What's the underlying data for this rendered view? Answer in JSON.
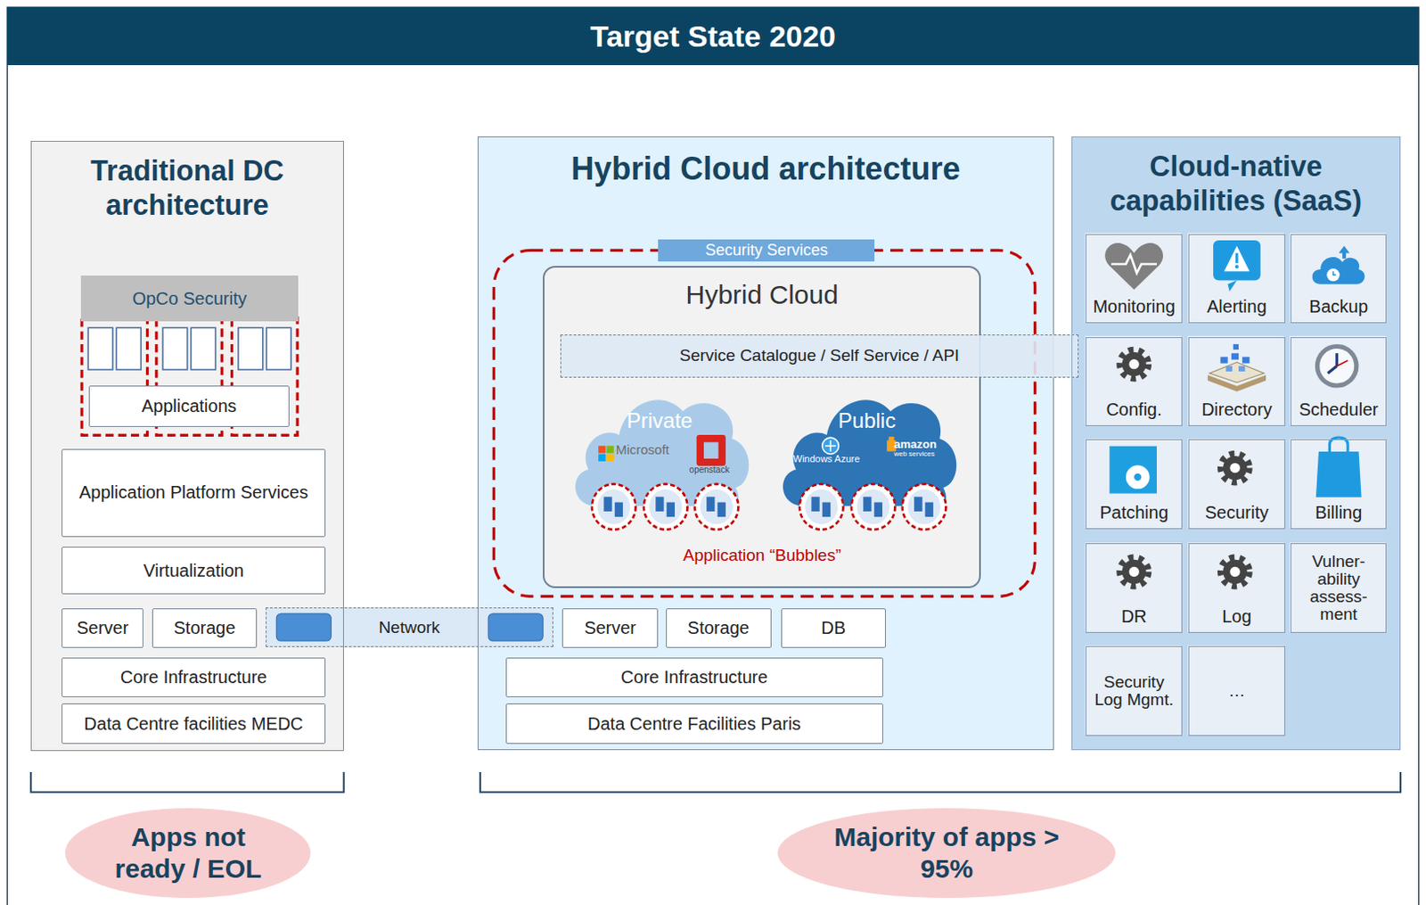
{
  "diagram": {
    "title": "Target State 2020",
    "nodes": [
      {
        "text": [
          "Traditional DC architecture"
        ]
      },
      {
        "text": [
          "OpCo Security"
        ],
        "in": 0
      },
      {
        "text": [
          "Applications"
        ],
        "in": 0
      },
      {
        "text": [
          "Application Platform Services"
        ],
        "in": 0
      },
      {
        "text": [
          "Virtualization"
        ],
        "in": 0
      },
      {
        "text": [
          "Server"
        ],
        "in": 0
      },
      {
        "text": [
          "Storage"
        ],
        "in": 0
      },
      {
        "text": [
          "Network"
        ]
      },
      {
        "text": [
          "Core Infrastructure"
        ],
        "in": 0
      },
      {
        "text": [
          "Data Centre facilities MEDC"
        ],
        "in": 0
      },
      {
        "text": [
          "Hybrid Cloud architecture"
        ]
      },
      {
        "text": [
          "Security Services"
        ],
        "in": 10
      },
      {
        "text": [
          "Hybrid Cloud",
          "Application “Bubbles”"
        ],
        "in": 10
      },
      {
        "text": [
          "Service Catalogue / Self Service / API"
        ]
      },
      {
        "text": [
          "Private"
        ],
        "in": 12
      },
      {
        "text": [
          "Public"
        ],
        "in": 12
      },
      {
        "text": [
          "Server"
        ],
        "in": 10
      },
      {
        "text": [
          "Storage"
        ],
        "in": 10
      },
      {
        "text": [
          "DB"
        ],
        "in": 10
      },
      {
        "text": [
          "Core Infrastructure"
        ],
        "in": 10
      },
      {
        "text": [
          "Data Centre Facilities Paris"
        ],
        "in": 10
      },
      {
        "text": [
          "Cloud-native capabilities (SaaS)"
        ]
      },
      {
        "text": [
          "Monitoring"
        ],
        "in": 21
      },
      {
        "text": [
          "Alerting"
        ],
        "in": 21
      },
      {
        "text": [
          "Backup"
        ],
        "in": 21
      },
      {
        "text": [
          "Config."
        ],
        "in": 21
      },
      {
        "text": [
          "Directory"
        ],
        "in": 21
      },
      {
        "text": [
          "Scheduler"
        ],
        "in": 21
      },
      {
        "text": [
          "Patching"
        ],
        "in": 21
      },
      {
        "text": [
          "Security"
        ],
        "in": 21
      },
      {
        "text": [
          "Billing"
        ],
        "in": 21
      },
      {
        "text": [
          "DR"
        ],
        "in": 21
      },
      {
        "text": [
          "Log"
        ],
        "in": 21
      },
      {
        "text": [
          "Vulner- ability assess- ment"
        ],
        "in": 21
      },
      {
        "text": [
          "Security Log Mgmt."
        ],
        "in": 21
      },
      {
        "text": [
          "…"
        ],
        "in": 21
      },
      {
        "text": [
          "Apps not ready / EOL"
        ]
      },
      {
        "text": [
          "Majority of apps > 95%"
        ]
      }
    ],
    "labels": [
      "Microsoft",
      "openstack",
      "Windows Azure",
      "amazon",
      "web services"
    ]
  }
}
